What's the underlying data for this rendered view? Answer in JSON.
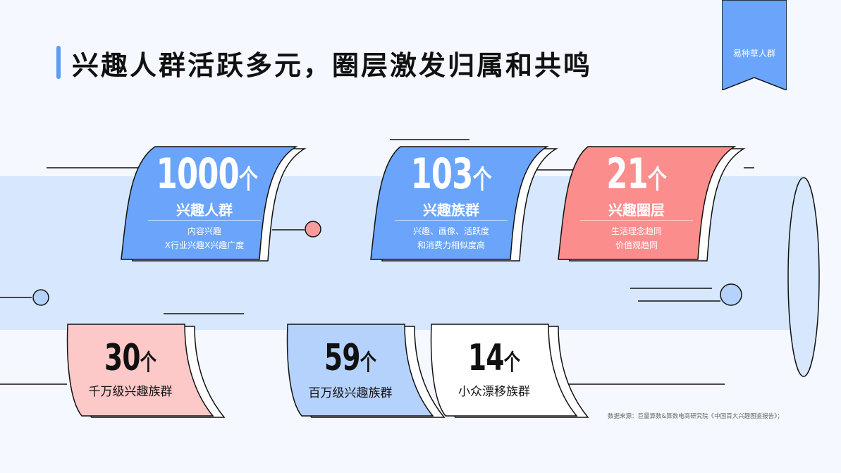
{
  "title": "兴趣人群活跃多元，圈层激发归属和共鸣",
  "badge": "易种草人群",
  "colors": {
    "blue": "#6aa5fb",
    "pink": "#fb8d8d",
    "light_pink": "#fcc8c8",
    "light_blue": "#b5d2fd",
    "band": "#d7e7fd",
    "accent": "#5a9df5"
  },
  "cards_top": [
    {
      "number": "1000",
      "unit": "个",
      "label": "兴趣人群",
      "desc1": "内容兴趣",
      "desc2": "X行业兴趣X兴趣广度"
    },
    {
      "number": "103",
      "unit": "个",
      "label": "兴趣族群",
      "desc1": "兴趣、画像、活跃度",
      "desc2": "和消费力相似度高"
    },
    {
      "number": "21",
      "unit": "个",
      "label": "兴趣圈层",
      "desc1": "生活理念趋同",
      "desc2": "价值观趋同"
    }
  ],
  "cards_bottom": [
    {
      "number": "30",
      "unit": "个",
      "label": "千万级兴趣族群"
    },
    {
      "number": "59",
      "unit": "个",
      "label": "百万级兴趣族群"
    },
    {
      "number": "14",
      "unit": "个",
      "label": "小众漂移族群"
    }
  ],
  "source": "数据来源：巨量算数&算数电商研究院《中国百大兴趣图鉴报告》；"
}
